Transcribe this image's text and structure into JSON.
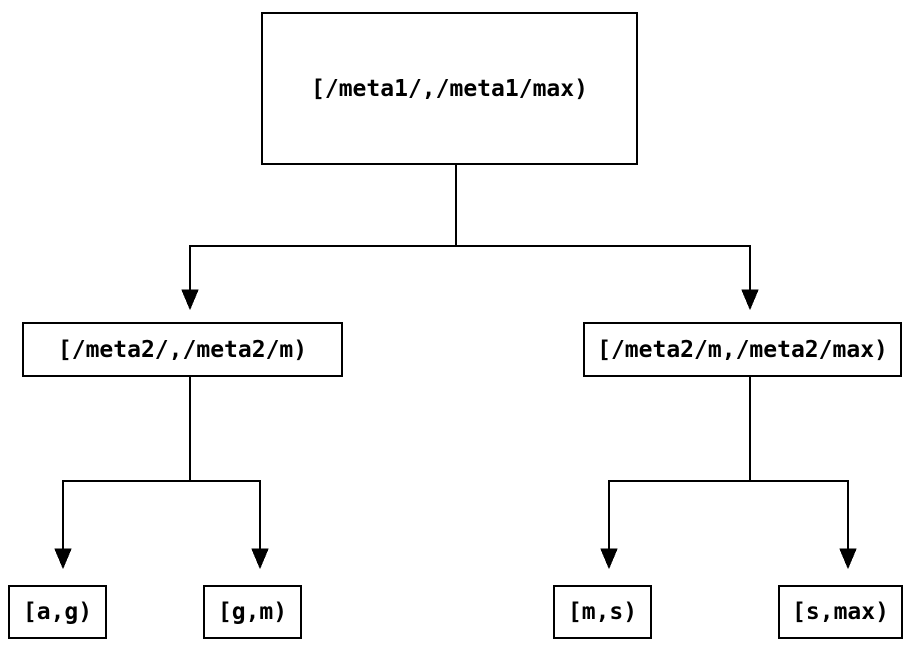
{
  "diagram": {
    "type": "binary-interval-tree",
    "background_color": "#ffffff",
    "line_color": "#000000",
    "box_border_color": "#000000",
    "box_fill_color": "#ffffff",
    "text_color": "#000000"
  },
  "tree": {
    "root": {
      "label": "[/meta1/,/meta1/max)",
      "children": [
        {
          "label": "[/meta2/,/meta2/m)",
          "children": [
            {
              "label": "[a,g)"
            },
            {
              "label": "[g,m)"
            }
          ]
        },
        {
          "label": "[/meta2/m,/meta2/max)",
          "children": [
            {
              "label": "[m,s)"
            },
            {
              "label": "[s,max)"
            }
          ]
        }
      ]
    }
  }
}
